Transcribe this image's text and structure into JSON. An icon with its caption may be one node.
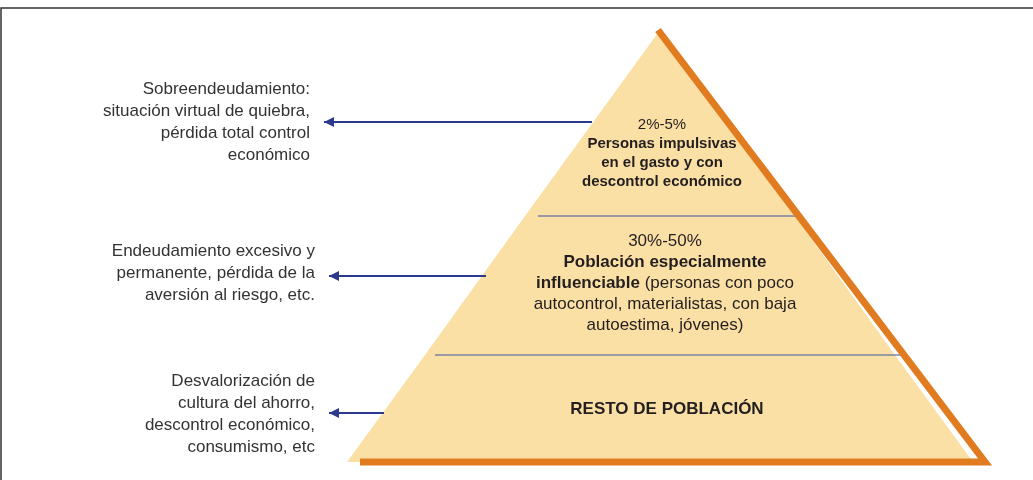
{
  "diagram": {
    "nodes": [
      {
        "text": [
          "2%-5%",
          "Personas impulsivas en el gasto y con descontrol económico"
        ]
      },
      {
        "text": [
          "30%-50%",
          "**Población especialmente influenciable** (personas con poco autocontrol, materialistas, con baja autoestima, jóvenes)"
        ]
      },
      {
        "text": [
          "RESTO DE POBLACIÓN"
        ]
      },
      {
        "text": [
          "Sobreendeudamiento: situación virtual de quiebra, pérdida total control económico"
        ]
      },
      {
        "text": [
          "Endeudamiento excesivo y permanente, pérdida de la aversión al riesgo, etc."
        ]
      },
      {
        "text": [
          "Desvalorización de cultura del ahorro, descontrol económico, consumismo, etc"
        ]
      }
    ],
    "edges": [
      {
        "from": 0,
        "to": 3,
        "arrow": "to"
      },
      {
        "from": 1,
        "to": 4,
        "arrow": "to"
      },
      {
        "from": 2,
        "to": 5,
        "arrow": "to"
      }
    ]
  }
}
